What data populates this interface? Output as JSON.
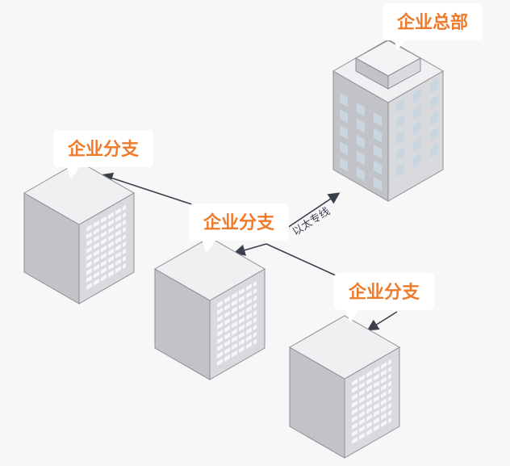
{
  "colors": {
    "label_text": "#ef7a2a",
    "bubble_bg": "#ffffff",
    "line": "#3a3f4b",
    "building_left": "#c2c3c8",
    "building_right": "#d9dadd",
    "building_top": "#f0f0f2",
    "building_edge": "#8d8f96",
    "window": "#f6f6f8",
    "hq_window": "#c9d6e0"
  },
  "nodes": {
    "hq": {
      "label": "企业总部"
    },
    "branch_left": {
      "label": "企业分支"
    },
    "branch_center": {
      "label": "企业分支"
    },
    "branch_right": {
      "label": "企业分支"
    }
  },
  "link": {
    "label": "以太专线"
  }
}
